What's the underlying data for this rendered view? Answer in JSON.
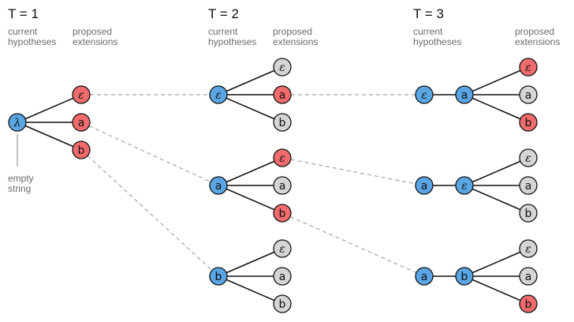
{
  "colors": {
    "blue": "#5aa6e4",
    "red": "#ef6b6c",
    "grey": "#d5d5d5",
    "edge": "#111111",
    "dashed": "#a5a5a5",
    "callout": "#9a9a9a"
  },
  "columns": [
    {
      "title": "T = 1",
      "current": "current\nhypotheses",
      "proposed": "proposed\nextensions"
    },
    {
      "title": "T = 2",
      "current": "current\nhypotheses",
      "proposed": "proposed\nextensions"
    },
    {
      "title": "T = 3",
      "current": "current\nhypotheses",
      "proposed": "proposed\nextensions"
    }
  ],
  "callout": {
    "text": "empty\nstring"
  },
  "trees": [
    {
      "id": "t1",
      "column": 0,
      "row": 1,
      "path": [
        "λ"
      ],
      "extensions": [
        {
          "label": "ε",
          "color": "red"
        },
        {
          "label": "a",
          "color": "red"
        },
        {
          "label": "b",
          "color": "red"
        }
      ]
    },
    {
      "id": "t2a",
      "column": 1,
      "row": 0,
      "path": [
        "ε"
      ],
      "extensions": [
        {
          "label": "ε",
          "color": "grey"
        },
        {
          "label": "a",
          "color": "red"
        },
        {
          "label": "b",
          "color": "grey"
        }
      ]
    },
    {
      "id": "t2b",
      "column": 1,
      "row": 1,
      "path": [
        "a"
      ],
      "extensions": [
        {
          "label": "ε",
          "color": "red"
        },
        {
          "label": "a",
          "color": "grey"
        },
        {
          "label": "b",
          "color": "red"
        }
      ]
    },
    {
      "id": "t2c",
      "column": 1,
      "row": 2,
      "path": [
        "b"
      ],
      "extensions": [
        {
          "label": "ε",
          "color": "grey"
        },
        {
          "label": "a",
          "color": "grey"
        },
        {
          "label": "b",
          "color": "grey"
        }
      ]
    },
    {
      "id": "t3a",
      "column": 2,
      "row": 0,
      "path": [
        "ε",
        "a"
      ],
      "extensions": [
        {
          "label": "ε",
          "color": "red"
        },
        {
          "label": "a",
          "color": "grey"
        },
        {
          "label": "b",
          "color": "red"
        }
      ]
    },
    {
      "id": "t3b",
      "column": 2,
      "row": 1,
      "path": [
        "a",
        "ε"
      ],
      "extensions": [
        {
          "label": "ε",
          "color": "grey"
        },
        {
          "label": "a",
          "color": "grey"
        },
        {
          "label": "b",
          "color": "grey"
        }
      ]
    },
    {
      "id": "t3c",
      "column": 2,
      "row": 2,
      "path": [
        "a",
        "b"
      ],
      "extensions": [
        {
          "label": "ε",
          "color": "grey"
        },
        {
          "label": "a",
          "color": "grey"
        },
        {
          "label": "b",
          "color": "red"
        }
      ]
    }
  ],
  "links": [
    {
      "from": "t1",
      "ext": 0,
      "to": "t2a"
    },
    {
      "from": "t1",
      "ext": 1,
      "to": "t2b"
    },
    {
      "from": "t1",
      "ext": 2,
      "to": "t2c"
    },
    {
      "from": "t2a",
      "ext": 1,
      "to": "t3a"
    },
    {
      "from": "t2b",
      "ext": 0,
      "to": "t3b"
    },
    {
      "from": "t2b",
      "ext": 2,
      "to": "t3c"
    }
  ]
}
